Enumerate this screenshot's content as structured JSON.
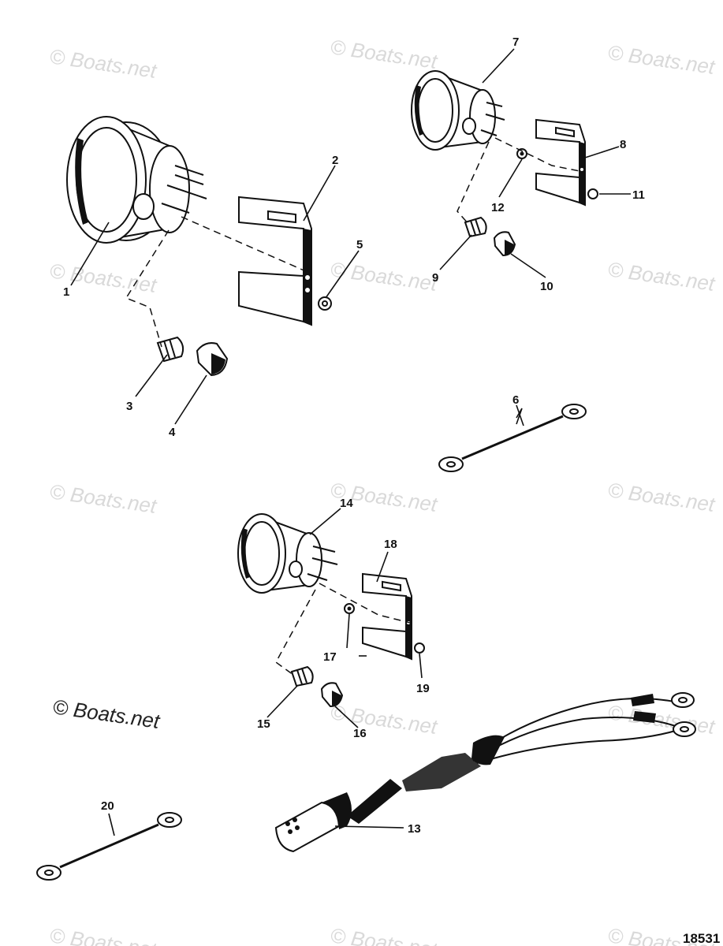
{
  "watermark_text": "© Boats.net",
  "diagram_id": "18531",
  "callouts": {
    "c1": "1",
    "c2": "2",
    "c3": "3",
    "c4": "4",
    "c5": "5",
    "c6": "6",
    "c7": "7",
    "c8": "8",
    "c9": "9",
    "c10": "10",
    "c11": "11",
    "c12": "12",
    "c13": "13",
    "c14": "14",
    "c15": "15",
    "c16": "16",
    "c17": "17",
    "c18": "18",
    "c19": "19",
    "c20": "20"
  }
}
